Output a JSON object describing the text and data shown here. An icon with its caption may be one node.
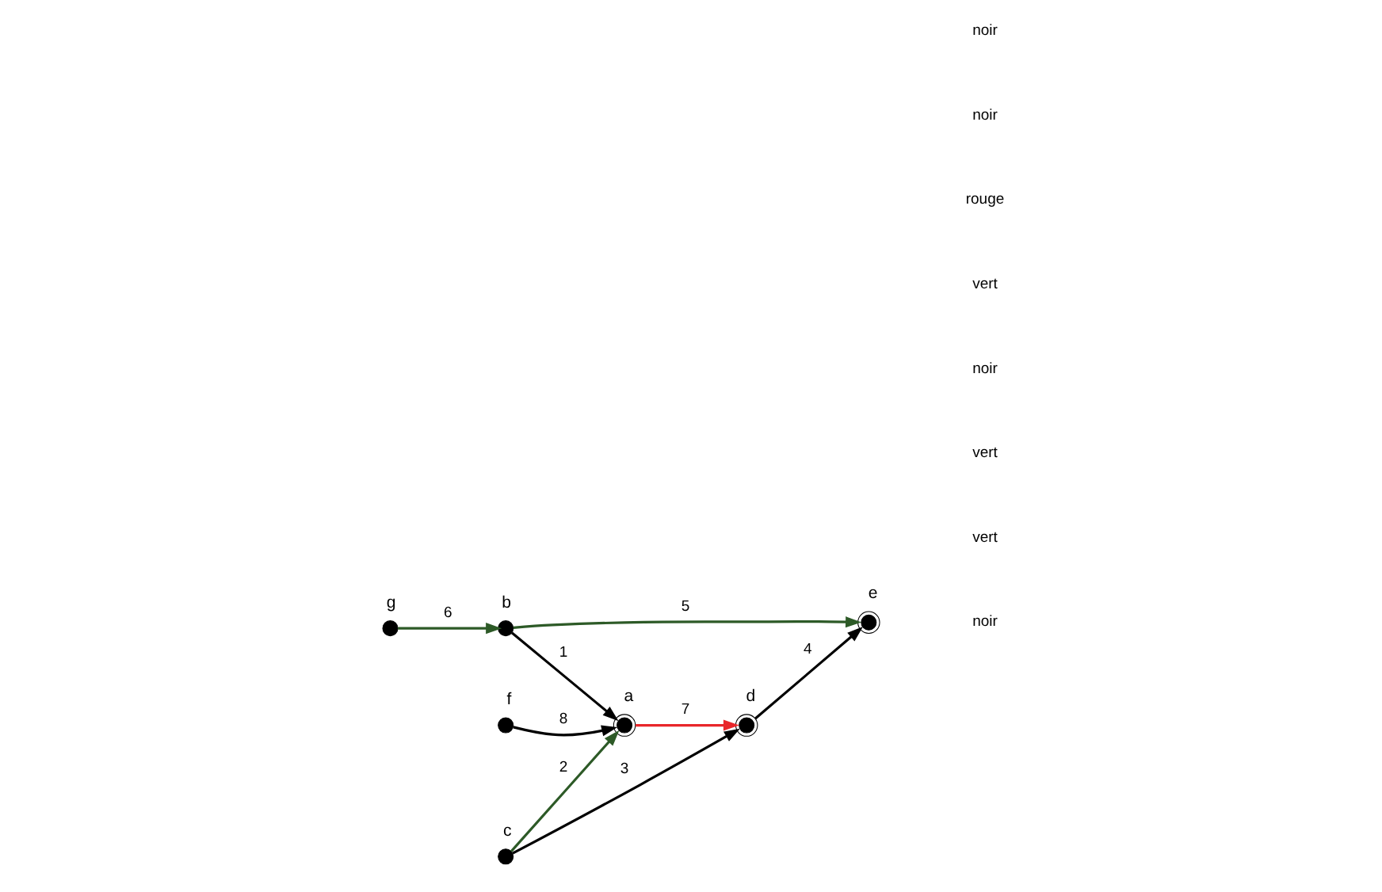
{
  "diagram": {
    "nodes": [
      {
        "text": [],
        "shape": "circle",
        "beside": [
          "a"
        ]
      },
      {
        "text": [],
        "shape": "circle",
        "beside": [
          "b"
        ]
      },
      {
        "text": [],
        "shape": "circle",
        "beside": [
          "c"
        ]
      },
      {
        "text": [],
        "shape": "circle",
        "beside": [
          "d"
        ]
      },
      {
        "text": [],
        "shape": "circle",
        "beside": [
          "e"
        ]
      },
      {
        "text": [],
        "shape": "circle",
        "beside": [
          "f"
        ]
      },
      {
        "text": [],
        "shape": "circle",
        "beside": [
          "g"
        ]
      }
    ],
    "edges": [
      {
        "from": 1,
        "to": 0,
        "arrow": "to",
        "label": "1"
      },
      {
        "from": 2,
        "to": 0,
        "arrow": "to",
        "label": "2",
        "color": "#2d5a27"
      },
      {
        "from": 2,
        "to": 3,
        "arrow": "to",
        "label": "3"
      },
      {
        "from": 3,
        "to": 4,
        "arrow": "to",
        "label": "4"
      },
      {
        "from": 1,
        "to": 4,
        "arrow": "to",
        "label": "5",
        "color": "#2d5a27"
      },
      {
        "from": 6,
        "to": 1,
        "arrow": "to",
        "label": "6",
        "color": "#2d5a27"
      },
      {
        "from": 0,
        "to": 3,
        "arrow": "to",
        "label": "7",
        "color": "#e8262a"
      },
      {
        "from": 5,
        "to": 0,
        "arrow": "to",
        "label": "8"
      }
    ],
    "labels": [
      "noir",
      "vert",
      "vert",
      "noir",
      "vert",
      "rouge",
      "noir",
      "noir"
    ]
  }
}
